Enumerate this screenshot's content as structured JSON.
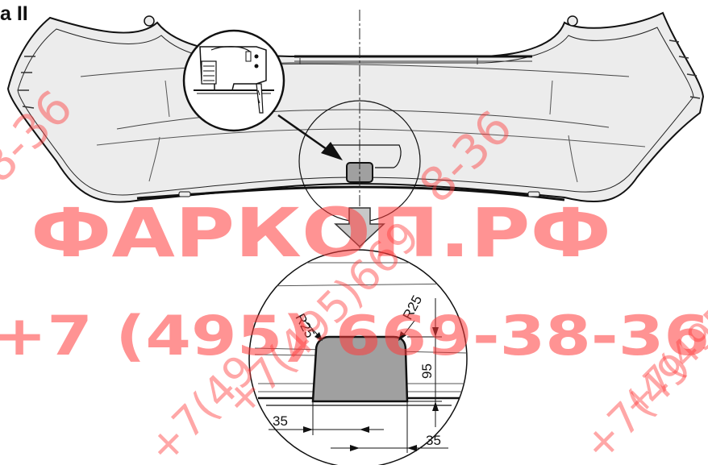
{
  "figure": {
    "label": "a II"
  },
  "dimensions": {
    "radius_left": "R25",
    "radius_right": "R25",
    "height": "95",
    "width_left": "35",
    "width_right": "35"
  },
  "watermark": {
    "brand": "ФАРКОП.РФ",
    "phone": "+7 (495) 669-38-36",
    "diag_top_left": "8-36",
    "diag_top_center": "8-36",
    "diag_center": "+7(495)669",
    "diag_bottom_left": "+7(49",
    "diag_bottom_right": "+7(49",
    "diag_right_edge": "+7(495"
  },
  "colors": {
    "watermark": "#ff3b3b",
    "bumper_fill": "#ececec",
    "cutout_fill": "#a0a0a0",
    "arrow_fill": "#c8c8c8"
  }
}
